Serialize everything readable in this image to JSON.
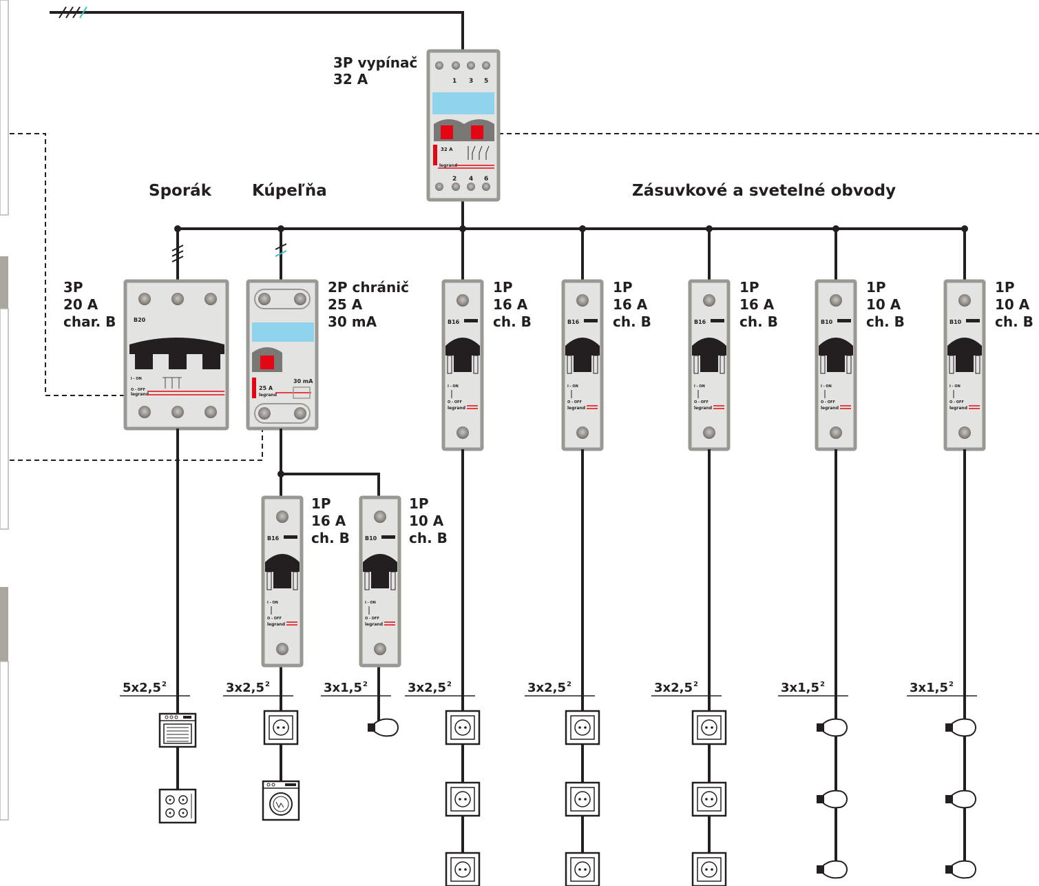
{
  "supply": {
    "phase_mark_colors": [
      "#231f20",
      "#231f20",
      "#231f20",
      "#3bbfbf"
    ]
  },
  "main_switch": {
    "label_line1": "3P vypínač",
    "label_line2": "32 A",
    "terminals_top": [
      "1",
      "3",
      "5"
    ],
    "terminals_bottom": [
      "2",
      "4",
      "6"
    ],
    "rating": "32 A",
    "brand": "legrand"
  },
  "section_titles": {
    "stove": "Sporák",
    "bathroom": "Kúpeľňa",
    "sockets_lights": "Zásuvkové a svetelné obvody"
  },
  "stove_breaker": {
    "lines": [
      "3P",
      "20 A",
      "char. B"
    ],
    "code": "B20",
    "on_text": "I - ON",
    "off_text": "O - OFF",
    "brand": "legrand",
    "cable": "5x2,5",
    "cable_sup": "2",
    "loads": [
      "oven-icon",
      "hob-icon"
    ]
  },
  "rcd": {
    "lines": [
      "2P chránič",
      "25 A",
      "30 mA"
    ],
    "rating": "25 A",
    "sensitivity": "30 mA",
    "brand": "legrand"
  },
  "bathroom_breakers": [
    {
      "lines": [
        "1P",
        "16 A",
        "ch. B"
      ],
      "code": "B16",
      "on_text": "I - ON",
      "off_text": "O - OFF",
      "brand": "legrand",
      "cable": "3x2,5",
      "cable_sup": "2",
      "loads": [
        "socket-icon",
        "washing-machine-icon"
      ]
    },
    {
      "lines": [
        "1P",
        "10 A",
        "ch. B"
      ],
      "code": "B10",
      "on_text": "I - ON",
      "off_text": "O - OFF",
      "brand": "legrand",
      "cable": "3x1,5",
      "cable_sup": "2",
      "loads": [
        "light-bulb-icon"
      ]
    }
  ],
  "circuits": [
    {
      "lines": [
        "1P",
        "16 A",
        "ch. B"
      ],
      "code": "B16",
      "on_text": "I - ON",
      "off_text": "O - OFF",
      "brand": "legrand",
      "cable": "3x2,5",
      "cable_sup": "2",
      "load": "socket-icon"
    },
    {
      "lines": [
        "1P",
        "16 A",
        "ch. B"
      ],
      "code": "B16",
      "on_text": "I - ON",
      "off_text": "O - OFF",
      "brand": "legrand",
      "cable": "3x2,5",
      "cable_sup": "2",
      "load": "socket-icon"
    },
    {
      "lines": [
        "1P",
        "16 A",
        "ch. B"
      ],
      "code": "B16",
      "on_text": "I - ON",
      "off_text": "O - OFF",
      "brand": "legrand",
      "cable": "3x2,5",
      "cable_sup": "2",
      "load": "socket-icon"
    },
    {
      "lines": [
        "1P",
        "10 A",
        "ch. B"
      ],
      "code": "B10",
      "on_text": "I - ON",
      "off_text": "O - OFF",
      "brand": "legrand",
      "cable": "3x1,5",
      "cable_sup": "2",
      "load": "light-bulb-icon"
    },
    {
      "lines": [
        "1P",
        "10 A",
        "ch. B"
      ],
      "code": "B10",
      "on_text": "I - ON",
      "off_text": "O - OFF",
      "brand": "legrand",
      "cable": "3x1,5",
      "cable_sup": "2",
      "load": "light-bulb-icon"
    }
  ],
  "colors": {
    "wire": "#231f20",
    "device_body": "#e3e3e2",
    "device_frame": "#9a9893",
    "window_blue": "#8fd3ec",
    "toggle_red": "#e30613",
    "accent_red": "#e30613",
    "side_tab": "#a9a6a0"
  }
}
